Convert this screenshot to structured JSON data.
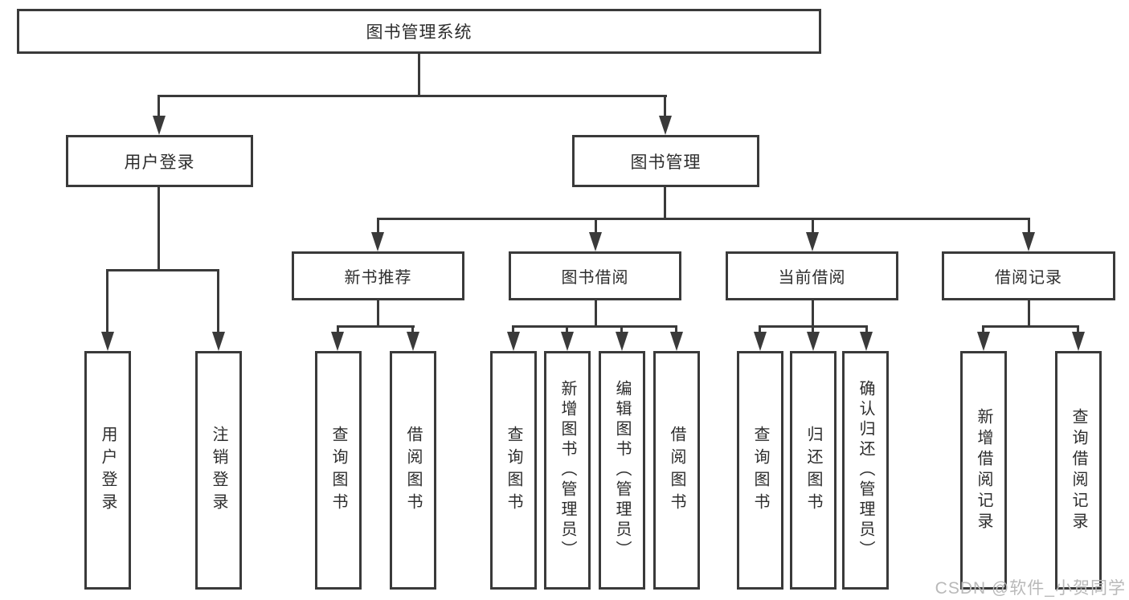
{
  "title": "图书管理系统",
  "watermark": "CSDN @软件_小贺同学",
  "colors": {
    "line": "#3a3a3a",
    "text": "#2d2d2d",
    "watermark": "#b9b9b9",
    "background": "#ffffff"
  },
  "tree": {
    "root": {
      "label": "图书管理系统"
    },
    "branches": [
      {
        "label": "用户登录",
        "children": [
          {
            "label": "用户登录"
          },
          {
            "label": "注销登录"
          }
        ]
      },
      {
        "label": "图书管理",
        "children": [
          {
            "label": "新书推荐",
            "children": [
              {
                "label": "查询图书"
              },
              {
                "label": "借阅图书"
              }
            ]
          },
          {
            "label": "图书借阅",
            "children": [
              {
                "label": "查询图书"
              },
              {
                "label": "新增图书（管理员）"
              },
              {
                "label": "编辑图书（管理员）"
              },
              {
                "label": "借阅图书"
              }
            ]
          },
          {
            "label": "当前借阅",
            "children": [
              {
                "label": "查询图书"
              },
              {
                "label": "归还图书"
              },
              {
                "label": "确认归还（管理员）"
              }
            ]
          },
          {
            "label": "借阅记录",
            "children": [
              {
                "label": "新增借阅记录"
              },
              {
                "label": "查询借阅记录"
              }
            ]
          }
        ]
      }
    ]
  }
}
